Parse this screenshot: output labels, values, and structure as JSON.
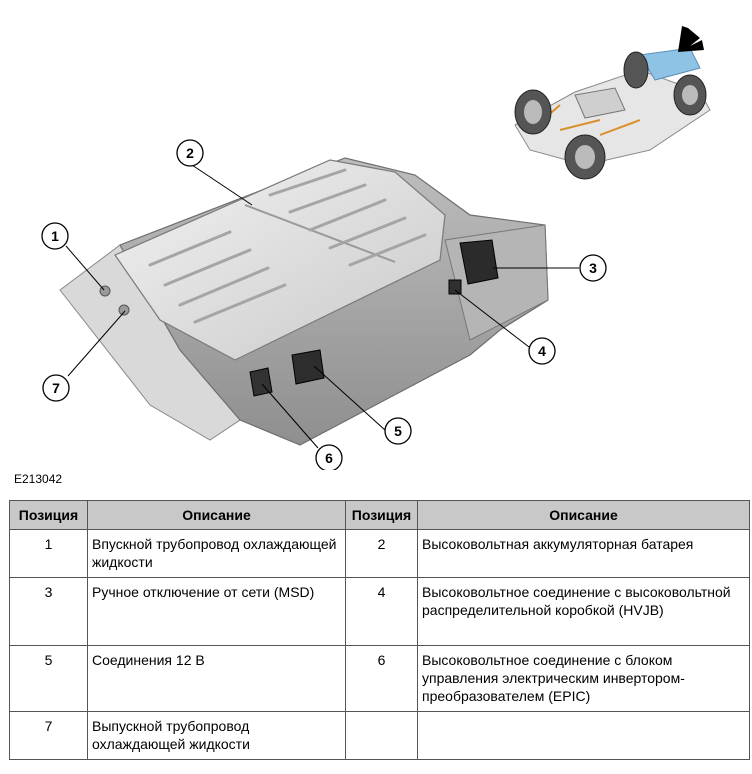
{
  "figure": {
    "id_label": "E213042",
    "callouts": [
      "1",
      "2",
      "3",
      "4",
      "5",
      "6",
      "7"
    ]
  },
  "table": {
    "headers": [
      "Позиция",
      "Описание",
      "Позиция",
      "Описание"
    ],
    "rows": [
      {
        "pos_a": "1",
        "desc_a": "Впускной трубопровод охлаждающей жидкости",
        "pos_b": "2",
        "desc_b": "Высоковольтная аккумуляторная батарея"
      },
      {
        "pos_a": "3",
        "desc_a": "Ручное отключение от сети (MSD)",
        "pos_b": "4",
        "desc_b": "Высоковольтное соединение с высоковольтной распределительной коробкой (HVJB)"
      },
      {
        "pos_a": "5",
        "desc_a": "Соединения 12 В",
        "pos_b": "6",
        "desc_b": "Высоковольтное соединение с блоком управления электрическим инвертором-преобразователем (EPIC)"
      },
      {
        "pos_a": "7",
        "desc_a": "Выпускной трубопровод охлаждающей жидкости",
        "pos_b": "",
        "desc_b": ""
      }
    ]
  }
}
